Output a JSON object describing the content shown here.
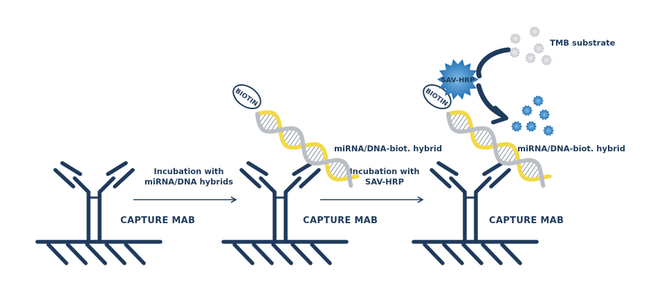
{
  "colors": {
    "navy": "#1f3a5c",
    "dna_gray": "#b9bfc6",
    "dna_yellow": "#f2d94a",
    "sav_blue": "#2b7cc0",
    "tmb_gray": "#cdd0d4"
  },
  "panels": [
    {
      "capture_label": "CAPTURE MAB"
    },
    {
      "capture_label": "CAPTURE MAB",
      "hybrid_label": "miRNA/DNA-biot. hybrid",
      "biotin_label": "BIOTIN"
    },
    {
      "capture_label": "CAPTURE MAB",
      "hybrid_label": "miRNA/DNA-biot. hybrid",
      "biotin_label": "BIOTIN",
      "enzyme_label": "SAV-HRP",
      "substrate_label": "TMB substrate"
    }
  ],
  "steps": [
    {
      "line1": "Incubation with",
      "line2": "miRNA/DNA hybrids"
    },
    {
      "line1": "Incubation with",
      "line2": "SAV-HRP"
    }
  ]
}
